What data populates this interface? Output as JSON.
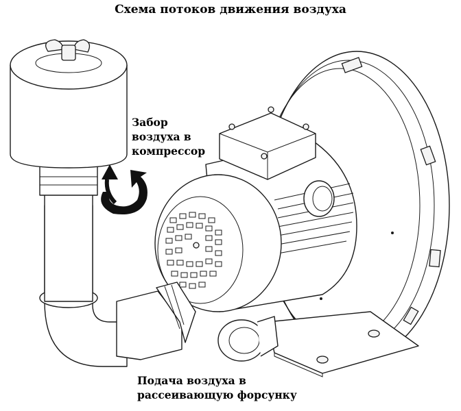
{
  "title": "Схема потоков движения воздуха",
  "labels": {
    "intake": [
      "Забор",
      "воздуха в",
      "компрессор"
    ],
    "supply": [
      "Подача воздуха в",
      "рассеивающую форсунку"
    ]
  },
  "colors": {
    "line": "#1a1a1a",
    "arrow": "#111111",
    "background": "#ffffff"
  },
  "icons": {
    "intake_arrow": "curved-up-arrow-icon"
  }
}
